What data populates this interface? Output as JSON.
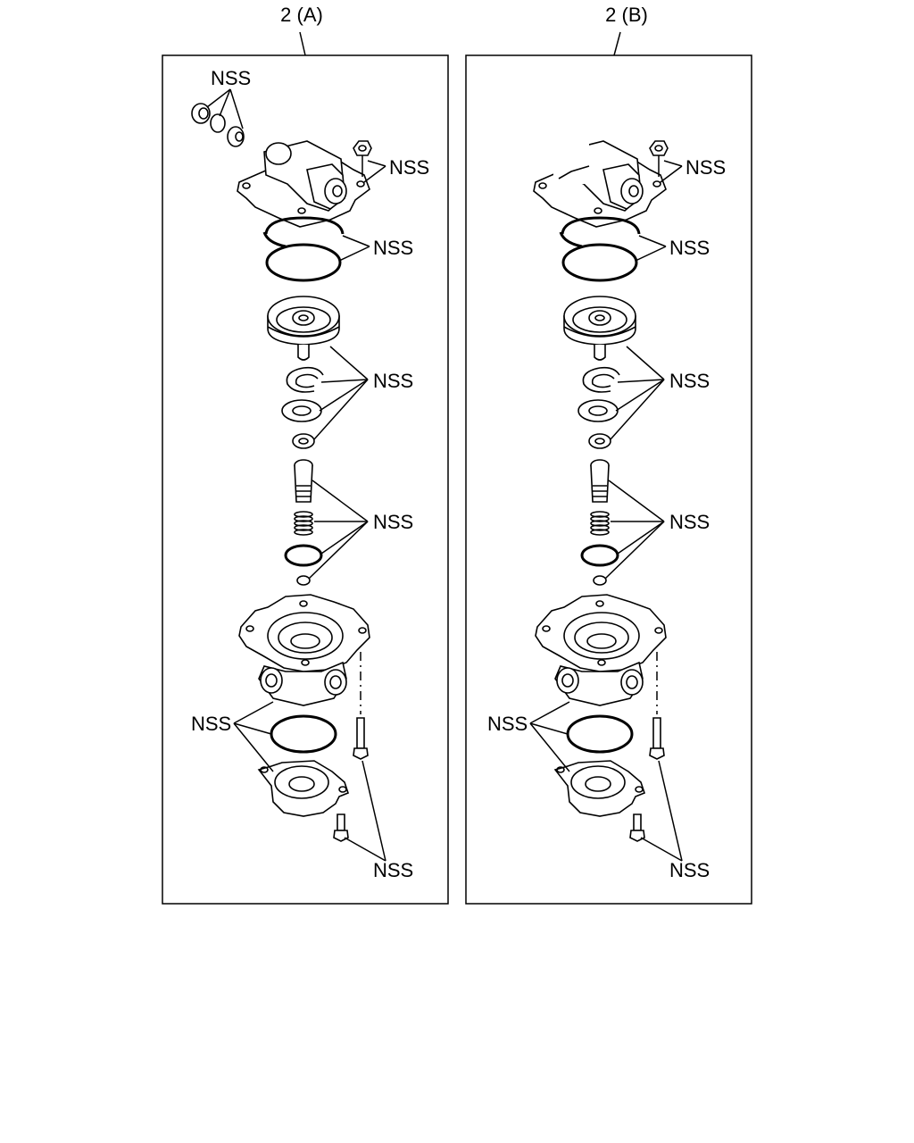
{
  "panels": [
    {
      "id": "A",
      "title": "2 (A)",
      "callouts": [
        "NSS",
        "NSS",
        "NSS",
        "NSS",
        "NSS",
        "NSS",
        "NSS"
      ]
    },
    {
      "id": "B",
      "title": "2 (B)",
      "callouts": [
        "NSS",
        "NSS",
        "NSS",
        "NSS",
        "NSS",
        "NSS"
      ]
    }
  ]
}
